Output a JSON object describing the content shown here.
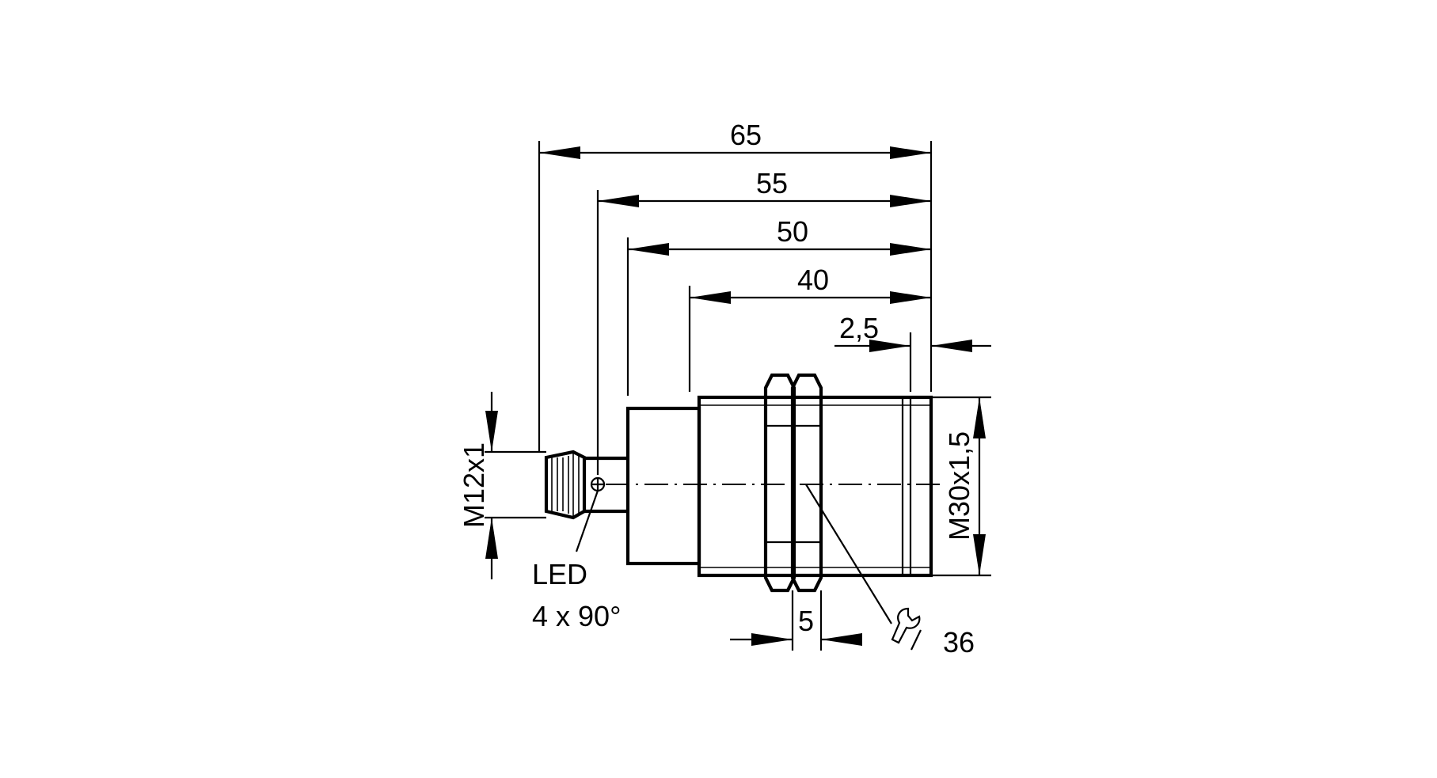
{
  "dimensions": {
    "overall_length": "65",
    "length_to_led": "55",
    "body_length": "50",
    "thread_length": "40",
    "thread_offset": "2,5",
    "nut_width": "5"
  },
  "threads": {
    "connector": "M12x1",
    "body": "M30x1,5"
  },
  "led": {
    "label": "LED",
    "note": "4 x 90°"
  },
  "wrench": {
    "size": "36"
  },
  "icons": {
    "wrench": "wrench-icon",
    "led": "led-indicator-icon"
  }
}
